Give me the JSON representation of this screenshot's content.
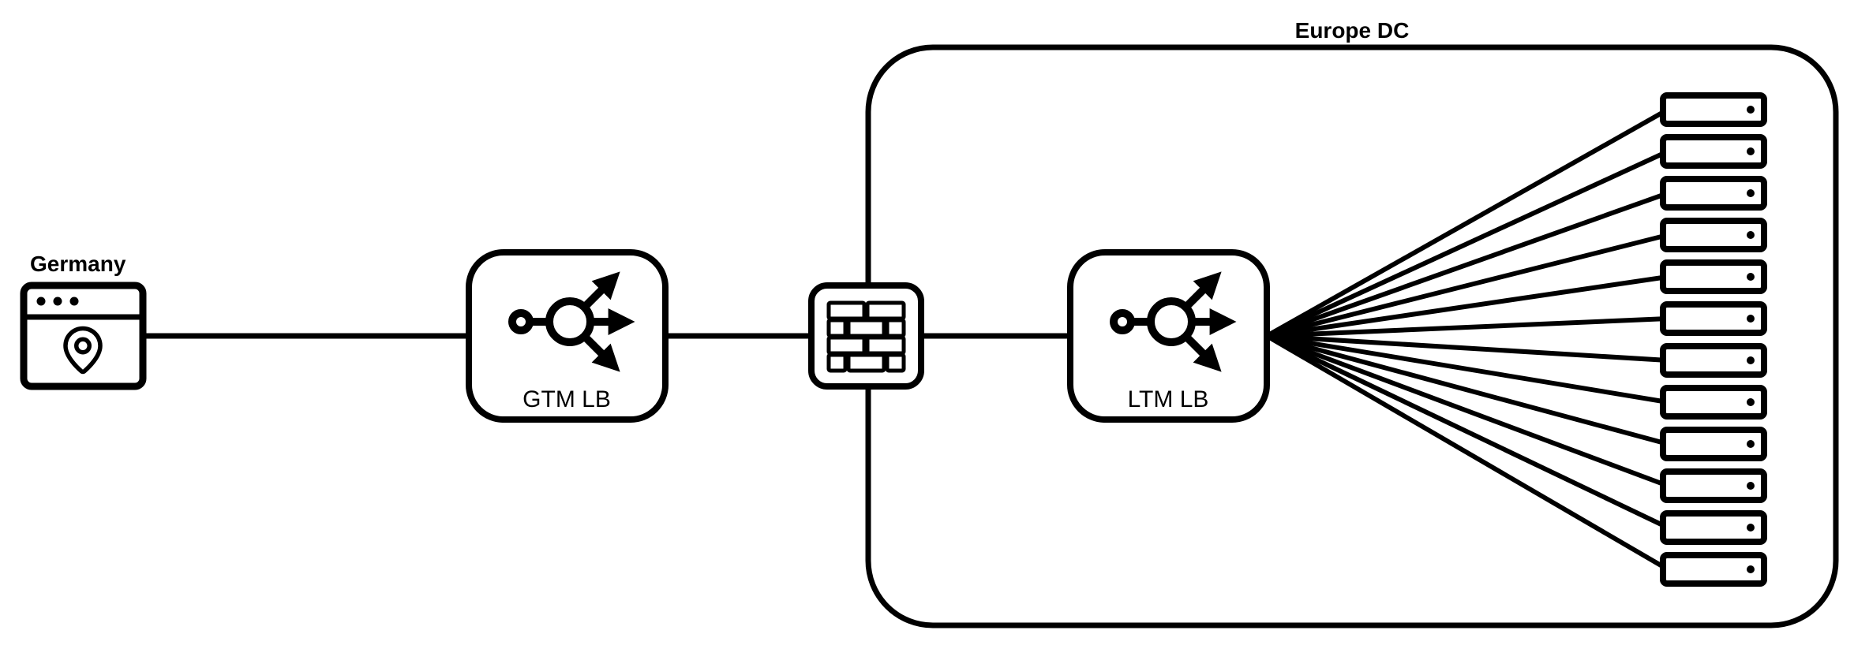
{
  "diagram": {
    "type": "network-topology",
    "client": {
      "label": "Germany"
    },
    "gtm": {
      "label": "GTM LB"
    },
    "ltm": {
      "label": "LTM LB"
    },
    "datacenter": {
      "label": "Europe DC"
    },
    "firewall": {
      "icon": "brick-wall-firewall"
    },
    "servers": {
      "count": 12
    },
    "colors": {
      "line": "#000000",
      "fill": "#ffffff"
    }
  }
}
